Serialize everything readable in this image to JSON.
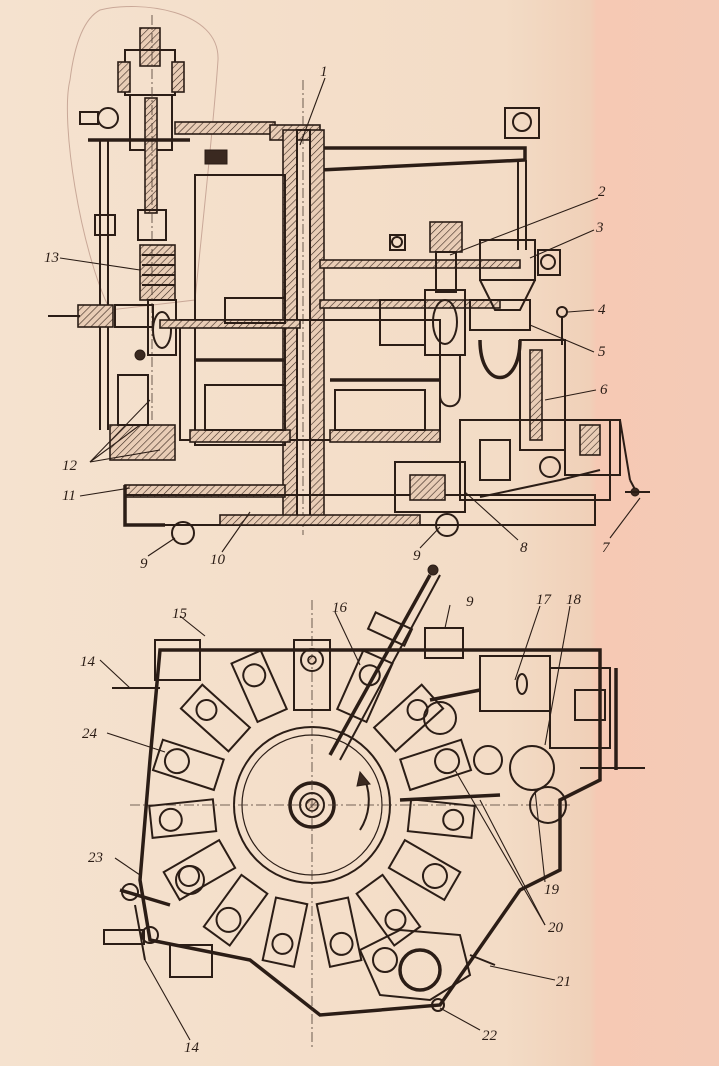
{
  "figure": {
    "top_view_labels": [
      {
        "id": "lbl-1",
        "text": "1"
      },
      {
        "id": "lbl-2",
        "text": "2"
      },
      {
        "id": "lbl-3",
        "text": "3"
      },
      {
        "id": "lbl-4",
        "text": "4"
      },
      {
        "id": "lbl-5",
        "text": "5"
      },
      {
        "id": "lbl-6",
        "text": "6"
      },
      {
        "id": "lbl-7",
        "text": "7"
      },
      {
        "id": "lbl-8",
        "text": "8"
      },
      {
        "id": "lbl-9a",
        "text": "9"
      },
      {
        "id": "lbl-9b",
        "text": "9"
      },
      {
        "id": "lbl-10",
        "text": "10"
      },
      {
        "id": "lbl-11",
        "text": "11"
      },
      {
        "id": "lbl-12",
        "text": "12"
      },
      {
        "id": "lbl-13",
        "text": "13"
      }
    ],
    "bottom_view_labels": [
      {
        "id": "lbl-9c",
        "text": "9"
      },
      {
        "id": "lbl-14a",
        "text": "14"
      },
      {
        "id": "lbl-14b",
        "text": "14"
      },
      {
        "id": "lbl-15",
        "text": "15"
      },
      {
        "id": "lbl-16",
        "text": "16"
      },
      {
        "id": "lbl-17",
        "text": "17"
      },
      {
        "id": "lbl-18",
        "text": "18"
      },
      {
        "id": "lbl-19",
        "text": "19"
      },
      {
        "id": "lbl-20",
        "text": "20"
      },
      {
        "id": "lbl-21",
        "text": "21"
      },
      {
        "id": "lbl-22",
        "text": "22"
      },
      {
        "id": "lbl-23",
        "text": "23"
      },
      {
        "id": "lbl-24",
        "text": "24"
      }
    ],
    "colors": {
      "paper": "#f3dcc8",
      "margin_strip": "#f4cab6",
      "ink": "#2b1d16"
    }
  }
}
